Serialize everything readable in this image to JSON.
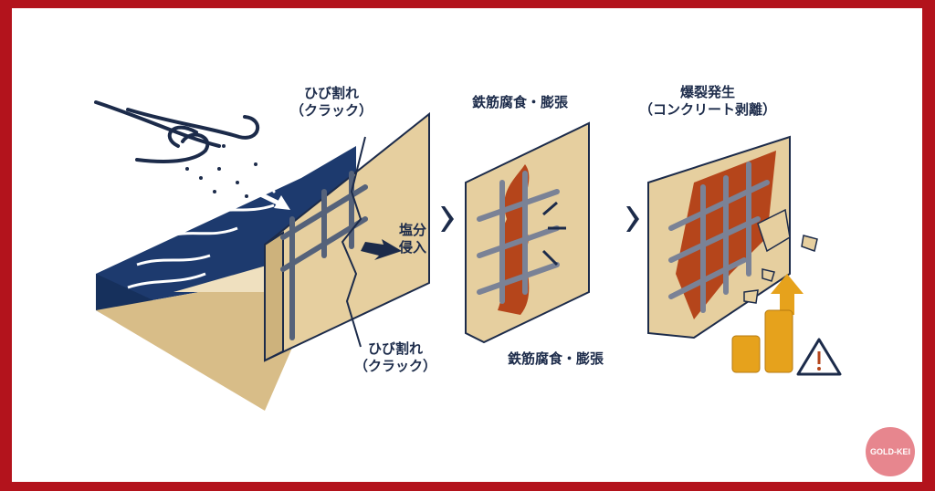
{
  "labels": {
    "crack_top": {
      "line1": "ひび割れ",
      "line2": "（クラック）"
    },
    "salt_intrusion": {
      "line1": "塩分",
      "line2": "侵入"
    },
    "crack_bottom": {
      "line1": "ひび割れ",
      "line2": "（クラック）"
    },
    "corrosion_top": "鉄筋腐食・膨張",
    "corrosion_bottom": "鉄筋腐食・膨張",
    "spalling": {
      "line1": "爆裂発生",
      "line2": "（コンクリート剥離）"
    }
  },
  "logo": "GOLD-KEI",
  "colors": {
    "frame": "#b3131c",
    "navy": "#1c2b4a",
    "sea": "#1d3a6e",
    "concrete": "#e6cf9f",
    "rust": "#b5451b",
    "coin": "#e6a21c",
    "logo_bg": "#e7868e"
  }
}
